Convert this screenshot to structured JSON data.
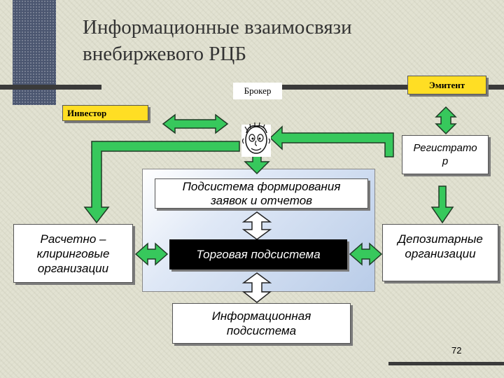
{
  "title": {
    "line1": "Информационные взаимосвязи",
    "line2": "внебиржевого РЦБ"
  },
  "nodes": {
    "broker": "Брокер",
    "emitent": "Эмитент",
    "investor": "Инвестор",
    "registrar_line1": "Регистрато",
    "registrar_line2": "р",
    "orders_line1": "Подсистема формирования",
    "orders_line2": "заявок и отчетов",
    "trading": "Торговая подсистема",
    "clearing_line1": "Расчетно –",
    "clearing_line2": "клиринговые",
    "clearing_line3": "организации",
    "depository_line1": "Депозитарные",
    "depository_line2": "организации",
    "info_line1": "Информационная",
    "info_line2": "подсистема"
  },
  "page_number": "72",
  "colors": {
    "arrow_fill": "#37c85c",
    "arrow_stroke": "#1f3a25",
    "label_yellow": "#ffde24",
    "container_blue": "#b9cce8",
    "white_arrow": "#ffffff"
  },
  "icons": {
    "broker_figure": "cartoon-face-icon"
  }
}
